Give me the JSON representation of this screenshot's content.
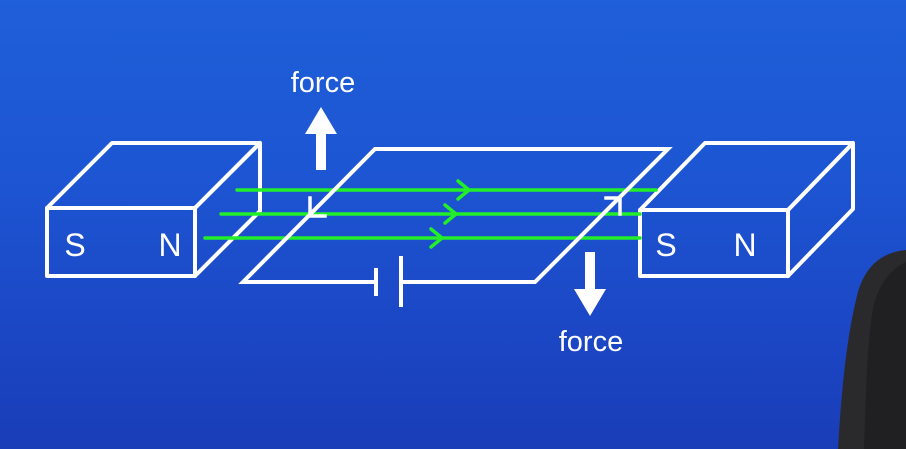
{
  "diagram": {
    "left_magnet": {
      "south_label": "S",
      "north_label": "N"
    },
    "right_magnet": {
      "south_label": "S",
      "north_label": "N"
    },
    "force_labels": {
      "top": "force",
      "bottom": "force"
    },
    "colors": {
      "background_top": "#1f5fd9",
      "background_bottom": "#1a3db8",
      "outline": "#ffffff",
      "field_lines": "#22ee2a",
      "presenter_suit": "#2a2a2c"
    },
    "field_line_count": 3,
    "force_directions": {
      "top": "up",
      "bottom": "down"
    }
  }
}
